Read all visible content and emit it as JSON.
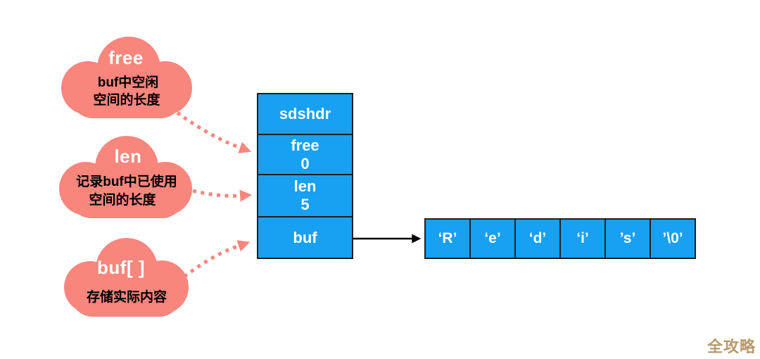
{
  "diagram": {
    "title_semantic": "Redis sdshdr string structure",
    "clouds": [
      {
        "title": "free",
        "lines": [
          "buf中空闲",
          "空间的长度"
        ]
      },
      {
        "title": "len",
        "lines": [
          "记录buf中已使用",
          "空间的长度"
        ]
      },
      {
        "title": "buf[ ]",
        "lines": [
          "存储实际内容"
        ]
      }
    ],
    "struct": {
      "cells": [
        {
          "label": "sdshdr",
          "value": ""
        },
        {
          "label": "free",
          "value": "0"
        },
        {
          "label": "len",
          "value": "5"
        },
        {
          "label": "buf",
          "value": ""
        }
      ]
    },
    "array": {
      "cells": [
        "‘R’",
        "‘e’",
        "‘d’",
        "‘i’",
        "’s’",
        "’\\0’"
      ]
    },
    "watermark": "全攻略",
    "colors": {
      "cloud": "#F8867D",
      "cloud_title_text": "#FFFFFF",
      "cloud_body_text": "#000000",
      "block_blue": "#18A0F2",
      "block_border": "#1F1F1F",
      "dotted_arrow": "#F8867D",
      "solid_arrow": "#000000",
      "watermark": "#B7986C",
      "background": "#FFFFFF"
    }
  }
}
